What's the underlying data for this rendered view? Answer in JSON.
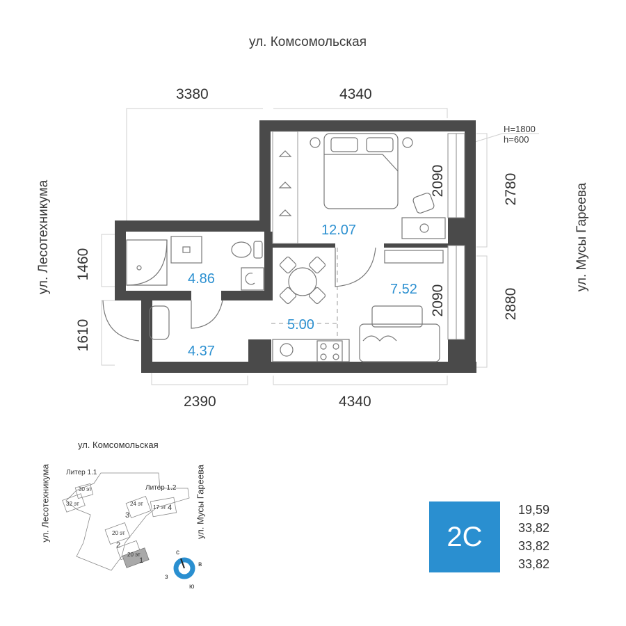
{
  "plan": {
    "street_top": "ул. Комсомольская",
    "street_left": "ул. Лесотехникума",
    "street_right": "ул. Мусы Гареева",
    "dimensions": {
      "top_left": "3380",
      "top_right": "4340",
      "bottom_left": "2390",
      "bottom_right": "4340",
      "left_upper": "1460",
      "left_lower": "1610",
      "right_upper": "2780",
      "right_lower": "2880",
      "window_upper": "2090",
      "window_lower": "2090"
    },
    "window_note": {
      "h1": "H=1800",
      "h2": "h=600"
    },
    "areas": {
      "bedroom": "12.07",
      "bathroom": "4.86",
      "living": "7.52",
      "kitchen": "5.00",
      "hall": "4.37"
    }
  },
  "site": {
    "street_top": "ул. Комсомольская",
    "street_left": "ул. Лесотехникума",
    "street_right": "ул. Мусы Гареева",
    "liter_1": "Литер 1.1",
    "liter_2": "Литер 1.2",
    "floors": [
      "30 эт",
      "32 эт",
      "24 эт",
      "17 эт",
      "20 эт",
      "20 эт"
    ],
    "sections": [
      "1",
      "2",
      "3",
      "4"
    ],
    "compass": {
      "n": "с",
      "e": "в",
      "s": "ю",
      "w": "з"
    }
  },
  "apartment": {
    "type": "2С",
    "totals": [
      "19,59",
      "33,82",
      "33,82",
      "33,82"
    ]
  },
  "colors": {
    "wall": "#4a4a4a",
    "accent": "#2a8fd0",
    "highlight": "#a9a9a9"
  }
}
